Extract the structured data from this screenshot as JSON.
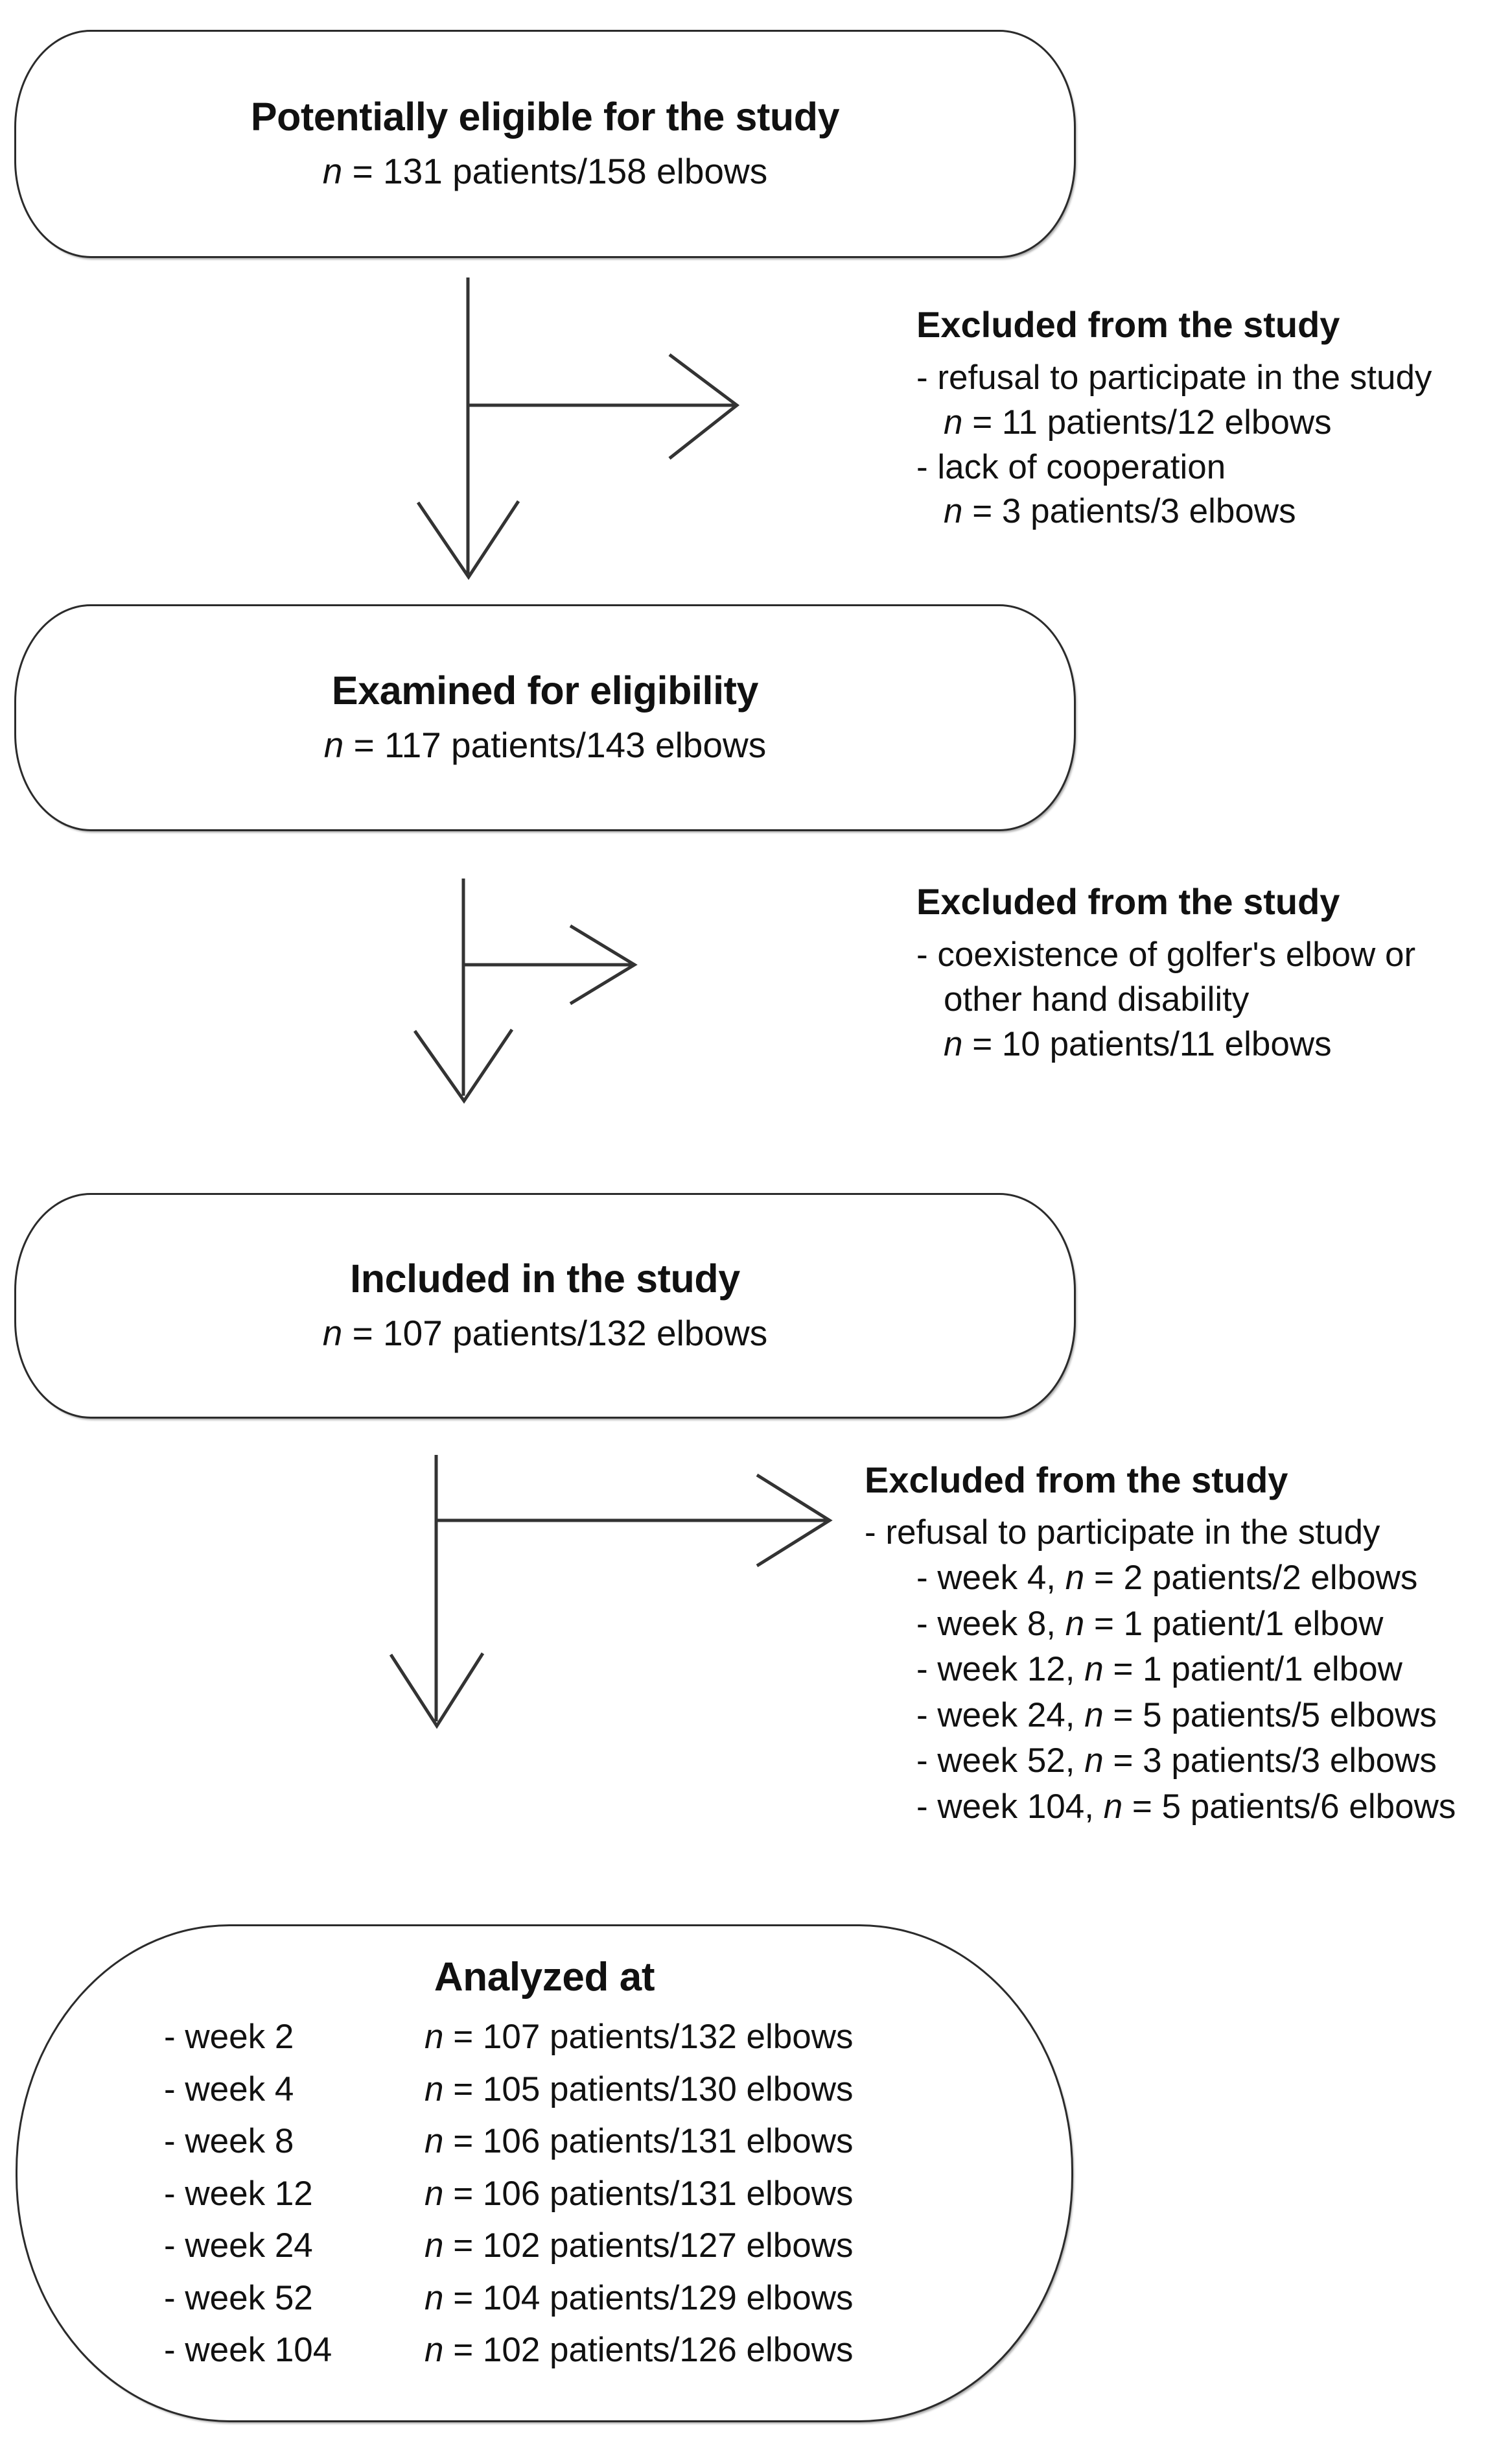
{
  "flowchart": {
    "type": "study-enrollment-flow",
    "nodes": [
      {
        "id": "potentially-eligible",
        "title": "Potentially eligible for the study",
        "n_italic": "n",
        "n_rest": " = 131 patients/158 elbows",
        "patients": 131,
        "elbows": 158
      },
      {
        "id": "examined-for-eligibility",
        "title": "Examined for eligibility",
        "n_italic": "n",
        "n_rest": " = 117 patients/143 elbows",
        "patients": 117,
        "elbows": 143
      },
      {
        "id": "included-in-the-study",
        "title": "Included in the study",
        "n_italic": "n",
        "n_rest": " = 107 patients/132 elbows",
        "patients": 107,
        "elbows": 132
      }
    ],
    "exclusions": [
      {
        "id": "exclusion-1",
        "heading": "Excluded from the study",
        "lines": [
          {
            "text": "- refusal to participate in the study",
            "indent": 0,
            "italic_n": false
          },
          {
            "text": " = 11 patients/12 elbows",
            "indent": 1,
            "italic_n": true
          },
          {
            "text": "- lack of cooperation",
            "indent": 0,
            "italic_n": false
          },
          {
            "text": " = 3 patients/3 elbows",
            "indent": 1,
            "italic_n": true
          }
        ]
      },
      {
        "id": "exclusion-2",
        "heading": "Excluded from the study",
        "lines": [
          {
            "text": "- coexistence of golfer's elbow or",
            "indent": 0,
            "italic_n": false
          },
          {
            "text": "other hand disability",
            "indent": 1,
            "italic_n": false
          },
          {
            "text": " = 10 patients/11 elbows",
            "indent": 1,
            "italic_n": true
          }
        ]
      },
      {
        "id": "exclusion-3",
        "heading": "Excluded from the study",
        "lines": [
          {
            "text": "- refusal to participate in the study",
            "indent": 0,
            "italic_n": false
          },
          {
            "text": "- week 4, ",
            "suffix": " = 2 patients/2 elbows",
            "indent": 2,
            "italic_n": true
          },
          {
            "text": "- week 8, ",
            "suffix": " = 1 patient/1 elbow",
            "indent": 2,
            "italic_n": true
          },
          {
            "text": "- week 12, ",
            "suffix": " = 1 patient/1 elbow",
            "indent": 2,
            "italic_n": true
          },
          {
            "text": "- week 24, ",
            "suffix": " = 5 patients/5 elbows",
            "indent": 2,
            "italic_n": true
          },
          {
            "text": "- week 52, ",
            "suffix": " = 3 patients/3 elbows",
            "indent": 2,
            "italic_n": true
          },
          {
            "text": "- week 104, ",
            "suffix": " = 5 patients/6 elbows",
            "indent": 2,
            "italic_n": true
          }
        ]
      }
    ],
    "analyzed": {
      "id": "analyzed-at",
      "title": "Analyzed at",
      "rows": [
        {
          "week": "- week 2",
          "n_italic": "n",
          "value": " = 107 patients/132 elbows",
          "patients": 107,
          "elbows": 132
        },
        {
          "week": "- week 4",
          "n_italic": "n",
          "value": " = 105 patients/130 elbows",
          "patients": 105,
          "elbows": 130
        },
        {
          "week": "- week 8",
          "n_italic": "n",
          "value": " = 106 patients/131 elbows",
          "patients": 106,
          "elbows": 131
        },
        {
          "week": "- week 12",
          "n_italic": "n",
          "value": " = 106 patients/131 elbows",
          "patients": 106,
          "elbows": 131
        },
        {
          "week": "- week 24",
          "n_italic": "n",
          "value": " = 102 patients/127 elbows",
          "patients": 102,
          "elbows": 127
        },
        {
          "week": "- week 52",
          "n_italic": "n",
          "value": " = 104 patients/129 elbows",
          "patients": 104,
          "elbows": 129
        },
        {
          "week": "- week 104",
          "n_italic": "n",
          "value": " = 102 patients/126 elbows",
          "patients": 102,
          "elbows": 126
        }
      ]
    },
    "connectors": [
      {
        "id": "connector-1",
        "from": "potentially-eligible",
        "to": "examined-for-eligibility",
        "branch_to": "exclusion-1"
      },
      {
        "id": "connector-2",
        "from": "examined-for-eligibility",
        "to": "included-in-the-study",
        "branch_to": "exclusion-2"
      },
      {
        "id": "connector-3",
        "from": "included-in-the-study",
        "to": "analyzed-at",
        "branch_to": "exclusion-3"
      }
    ],
    "colors": {
      "stroke": "#2b2b2b",
      "text": "#111111",
      "background": "#ffffff"
    }
  }
}
